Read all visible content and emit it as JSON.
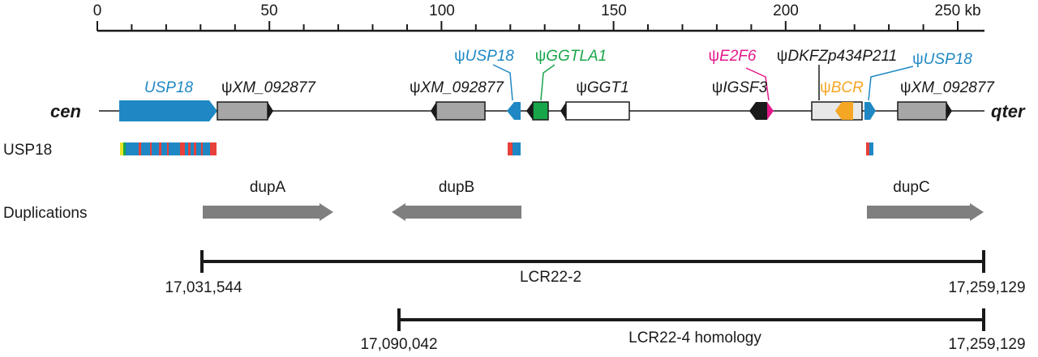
{
  "scale": {
    "ticks": [
      {
        "value": 0,
        "label": "0"
      },
      {
        "value": 50,
        "label": "50"
      },
      {
        "value": 100,
        "label": "100"
      },
      {
        "value": 150,
        "label": "150"
      },
      {
        "value": 200,
        "label": "200"
      },
      {
        "value": 250,
        "label": "250 kb"
      }
    ]
  },
  "ends": {
    "left": "cen",
    "right": "qter"
  },
  "genes": [
    {
      "id": "usp18-1",
      "prefix": "",
      "name": "USP18",
      "color": "#1f88c4"
    },
    {
      "id": "xm-1",
      "prefix": "ψ",
      "name": "XM_092877",
      "color": "#1a1a1a"
    },
    {
      "id": "xm-2",
      "prefix": "ψ",
      "name": "XM_092877",
      "color": "#1a1a1a"
    },
    {
      "id": "usp18-2",
      "prefix": "ψ",
      "name": "USP18",
      "color": "#1f88c4"
    },
    {
      "id": "ggtla1",
      "prefix": "ψ",
      "name": "GGTLA1",
      "color": "#18a64a"
    },
    {
      "id": "ggt1",
      "prefix": "ψ",
      "name": "GGT1",
      "color": "#1a1a1a"
    },
    {
      "id": "e2f6",
      "prefix": "ψ",
      "name": "E2F6",
      "color": "#e5188a"
    },
    {
      "id": "igsf3",
      "prefix": "ψ",
      "name": "IGSF3",
      "color": "#1a1a1a"
    },
    {
      "id": "dkfz",
      "prefix": "ψ",
      "name": "DKFZp434P211",
      "color": "#1a1a1a"
    },
    {
      "id": "bcr",
      "prefix": "ψ",
      "name": "BCR",
      "color": "#f5a623"
    },
    {
      "id": "usp18-3",
      "prefix": "ψ",
      "name": "USP18",
      "color": "#1f88c4"
    },
    {
      "id": "xm-3",
      "prefix": "ψ",
      "name": "XM_092877",
      "color": "#1a1a1a"
    }
  ],
  "usp18_row": {
    "label": "USP18"
  },
  "duplications": {
    "label": "Duplications",
    "items": [
      {
        "id": "dupA",
        "label": "dupA"
      },
      {
        "id": "dupB",
        "label": "dupB"
      },
      {
        "id": "dupC",
        "label": "dupC"
      }
    ]
  },
  "lcr22_2": {
    "label": "LCR22-2",
    "start": "17,031,544",
    "end": "17,259,129"
  },
  "lcr22_4": {
    "label": "LCR22-4 homology",
    "start": "17,090,042",
    "end": "17,259,129"
  },
  "colors": {
    "blue": "#1f88c4",
    "gray": "#a6a6a6",
    "green": "#18a64a",
    "magenta": "#e5188a",
    "orange": "#f5a623",
    "red": "#e8403a",
    "yellow": "#e6e62a",
    "arrow_gray": "#7f7f7f"
  }
}
